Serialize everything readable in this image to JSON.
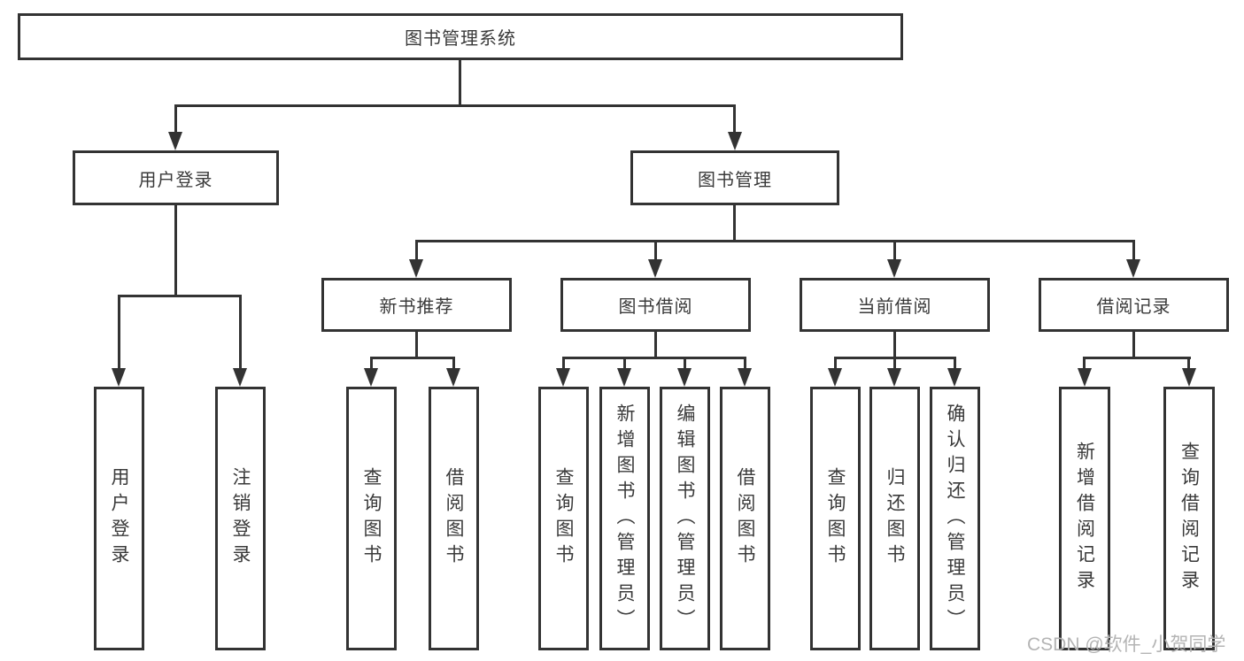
{
  "colors": {
    "line": "#333333",
    "text": "#3a3a3a",
    "watermark": "#b4b4b4",
    "background": "#ffffff"
  },
  "watermark": "CSDN @软件_小贺同学",
  "tree": {
    "label": "图书管理系统",
    "children": [
      {
        "label": "用户登录",
        "children": [
          {
            "label": "用户登录"
          },
          {
            "label": "注销登录"
          }
        ]
      },
      {
        "label": "图书管理",
        "children": [
          {
            "label": "新书推荐",
            "children": [
              {
                "label": "查询图书"
              },
              {
                "label": "借阅图书"
              }
            ]
          },
          {
            "label": "图书借阅",
            "children": [
              {
                "label": "查询图书"
              },
              {
                "label": "新增图书（管理员）"
              },
              {
                "label": "编辑图书（管理员）"
              },
              {
                "label": "借阅图书"
              }
            ]
          },
          {
            "label": "当前借阅",
            "children": [
              {
                "label": "查询图书"
              },
              {
                "label": "归还图书"
              },
              {
                "label": "确认归还（管理员）"
              }
            ]
          },
          {
            "label": "借阅记录",
            "children": [
              {
                "label": "新增借阅记录"
              },
              {
                "label": "查询借阅记录"
              }
            ]
          }
        ]
      }
    ]
  }
}
